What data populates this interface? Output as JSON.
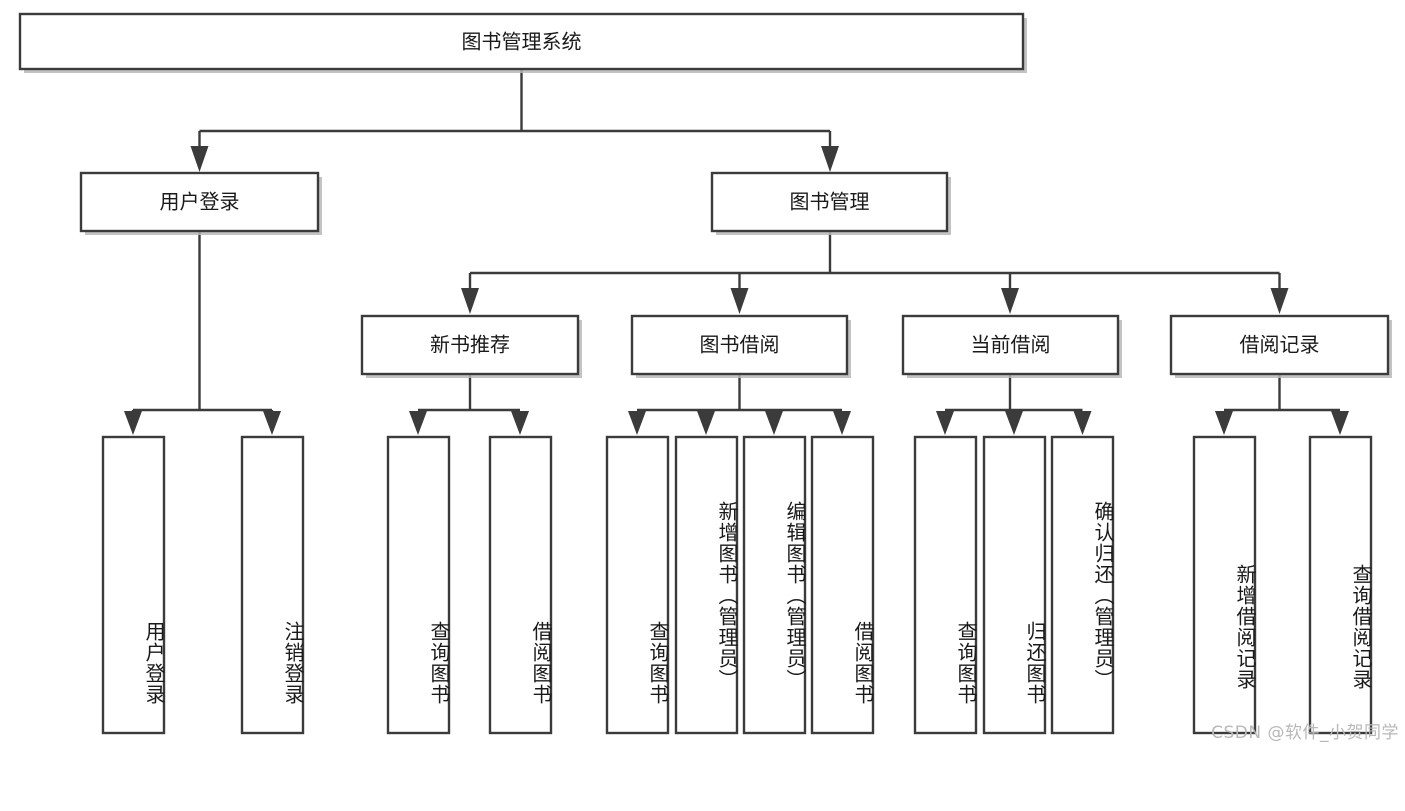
{
  "diagram": {
    "type": "tree-hierarchy-chart",
    "title": "图书管理系统",
    "watermark": "CSDN @软件_小贺同学",
    "colors": {
      "box_stroke": "#3b3b3b",
      "box_fill": "#ffffff",
      "text": "#1a1a1a",
      "shadow": "#b9b9b9",
      "watermark": "#b8b8b8",
      "background": "#ffffff"
    },
    "levels": {
      "level0": [
        {
          "id": "root",
          "label": "图书管理系统"
        }
      ],
      "level1": [
        {
          "id": "user_login",
          "label": "用户登录",
          "parent": "root"
        },
        {
          "id": "book_manage",
          "label": "图书管理",
          "parent": "root"
        }
      ],
      "level2": [
        {
          "id": "new_book_rec",
          "label": "新书推荐",
          "parent": "book_manage"
        },
        {
          "id": "book_borrow",
          "label": "图书借阅",
          "parent": "book_manage"
        },
        {
          "id": "current_borrow",
          "label": "当前借阅",
          "parent": "book_manage"
        },
        {
          "id": "borrow_record",
          "label": "借阅记录",
          "parent": "book_manage"
        }
      ],
      "leaves": [
        {
          "id": "leaf_user_login",
          "label": "用户登录",
          "parent": "user_login"
        },
        {
          "id": "leaf_user_logout",
          "label": "注销登录",
          "parent": "user_login"
        },
        {
          "id": "leaf_query_book_1",
          "label": "查询图书",
          "parent": "new_book_rec"
        },
        {
          "id": "leaf_borrow_book_1",
          "label": "借阅图书",
          "parent": "new_book_rec"
        },
        {
          "id": "leaf_query_book_2",
          "label": "查询图书",
          "parent": "book_borrow"
        },
        {
          "id": "leaf_add_book",
          "label": "新增图书（管理员）",
          "parent": "book_borrow"
        },
        {
          "id": "leaf_edit_book",
          "label": "编辑图书（管理员）",
          "parent": "book_borrow"
        },
        {
          "id": "leaf_borrow_book_2",
          "label": "借阅图书",
          "parent": "book_borrow"
        },
        {
          "id": "leaf_query_book_3",
          "label": "查询图书",
          "parent": "current_borrow"
        },
        {
          "id": "leaf_return_book",
          "label": "归还图书",
          "parent": "current_borrow"
        },
        {
          "id": "leaf_confirm_return",
          "label": "确认归还（管理员）",
          "parent": "current_borrow"
        },
        {
          "id": "leaf_add_record",
          "label": "新增借阅记录",
          "parent": "borrow_record"
        },
        {
          "id": "leaf_query_record",
          "label": "查询借阅记录",
          "parent": "borrow_record"
        }
      ]
    }
  }
}
